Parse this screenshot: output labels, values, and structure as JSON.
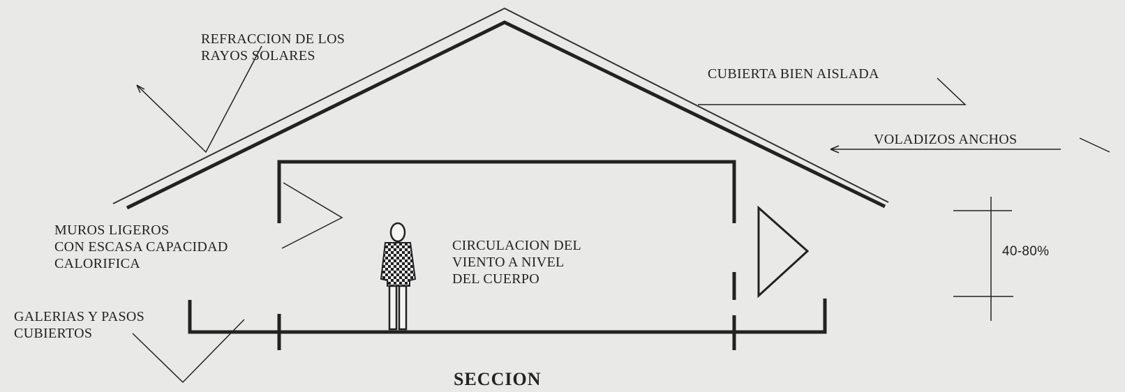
{
  "labels": {
    "refraction_line1": "REFRACCION DE LOS",
    "refraction_line2": "RAYOS SOLARES",
    "roof": "CUBIERTA BIEN AISLADA",
    "overhangs": "VOLADIZOS ANCHOS",
    "walls_line1": "MUROS LIGEROS",
    "walls_line2": "CON ESCASA CAPACIDAD",
    "walls_line3": "CALORIFICA",
    "wind_line1": "CIRCULACION DEL",
    "wind_line2": "VIENTO A NIVEL",
    "wind_line3": "DEL CUERPO",
    "percentage": "40-80%",
    "galleries_line1": "GALERIAS Y PASOS",
    "galleries_line2": "CUBIERTOS",
    "section_title": "SECCION"
  },
  "colors": {
    "background": "#e9e9e8",
    "ink": "#222222"
  },
  "icons": [
    "human-figure-icon",
    "wind-triangle-icon"
  ]
}
